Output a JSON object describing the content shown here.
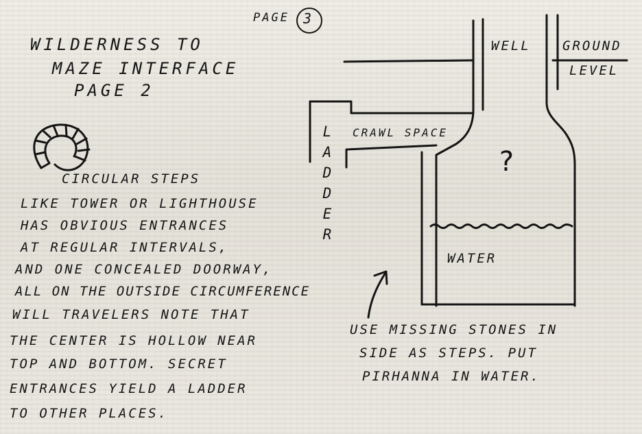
{
  "page_number": {
    "label": "PAGE",
    "number": "3"
  },
  "title": {
    "line1": "WILDERNESS TO",
    "line2": "MAZE INTERFACE",
    "line3": "PAGE 2"
  },
  "steps_description": [
    "CIRCULAR STEPS",
    "LIKE TOWER OR LIGHTHOUSE",
    "HAS OBVIOUS ENTRANCES",
    "AT REGULAR INTERVALS,",
    "AND ONE CONCEALED DOORWAY,",
    "ALL ON THE OUTSIDE CIRCUMFERENCE",
    "WILL TRAVELERS NOTE THAT",
    "THE CENTER IS HOLLOW NEAR",
    "TOP AND BOTTOM. SECRET",
    "ENTRANCES YIELD A LADDER",
    "TO OTHER PLACES."
  ],
  "diagram": {
    "well_label": "WELL",
    "ground_label_1": "GROUND",
    "ground_label_2": "LEVEL",
    "crawl_space_label": "CRAWL SPACE",
    "ladder_label": "LADDER",
    "question_mark": "?",
    "water_label": "WATER"
  },
  "note": {
    "line1": "USE MISSING STONES IN",
    "line2": "SIDE AS STEPS. PUT",
    "line3": "PIRHANNA IN WATER."
  }
}
